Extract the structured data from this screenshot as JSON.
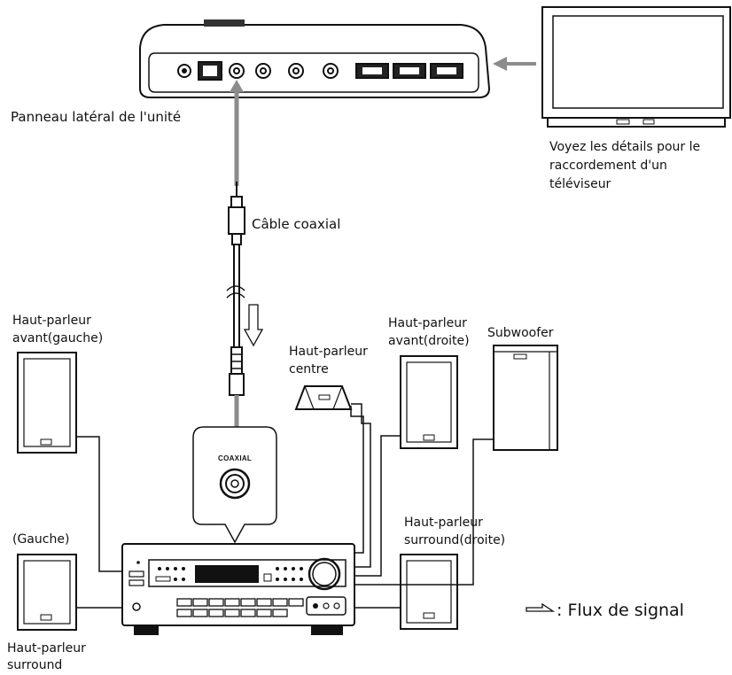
{
  "labels": {
    "unit_panel": "Panneau latéral de l'unité",
    "tv_note_1": "Voyez les détails pour le",
    "tv_note_2": "raccordement d'un",
    "tv_note_3": "téléviseur",
    "coax_cable": "Câble coaxial",
    "front_left_1": "Haut-parleur",
    "front_left_2": "avant(gauche)",
    "center_1": "Haut-parleur",
    "center_2": "centre",
    "front_right_1": "Haut-parleur",
    "front_right_2": "avant(droite)",
    "subwoofer": "Subwoofer",
    "coaxial_jack": "COAXIAL",
    "surround_right_1": "Haut-parleur",
    "surround_right_2": "surround(droite)",
    "left_paren": "(Gauche)",
    "surround_left_1": "Haut-parleur",
    "surround_left_2": "surround",
    "signal_flow": ": Flux de signal"
  },
  "colors": {
    "line": "#111111",
    "signal_gray": "#8c8c8c"
  }
}
